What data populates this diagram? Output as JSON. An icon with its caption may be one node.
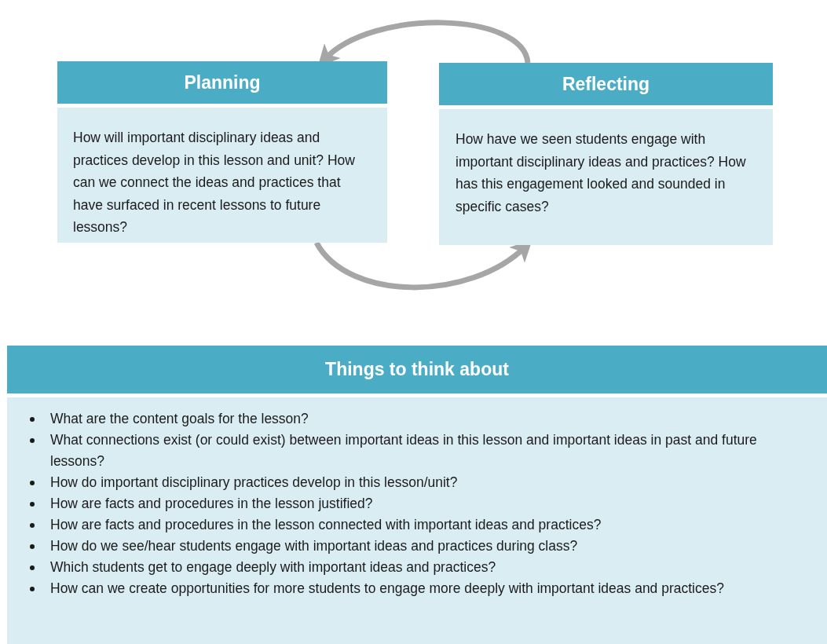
{
  "diagram": {
    "nodes": [
      {
        "text": [
          "Planning",
          "How will important disciplinary ideas and practices develop in this lesson and unit? How can we connect the ideas and practices that have surfaced in recent lessons to future lessons?"
        ]
      },
      {
        "text": [
          "Reflecting",
          "How have we seen students engage with important disciplinary ideas and practices? How has this engagement looked and sounded in specific cases?"
        ]
      },
      {
        "text": [
          "Things to think about",
          "What are the content goals for the lesson?",
          "What connections exist (or could exist) between important ideas in this lesson and important ideas in past and future lessons?",
          "How do important disciplinary practices develop in this lesson/unit?",
          "How are facts and procedures in the lesson justified?",
          "How are facts and procedures in the lesson connected with important ideas and practices?",
          "How do we see/hear students engage with important ideas and practices during class?",
          "Which students get to engage deeply with important ideas and practices?",
          "How can we create opportunities for more students to engage more deeply with important ideas and practices?"
        ]
      }
    ],
    "edges": [
      {
        "from": 1,
        "to": 0,
        "arrow": "to"
      },
      {
        "from": 0,
        "to": 1,
        "arrow": "to"
      }
    ]
  }
}
